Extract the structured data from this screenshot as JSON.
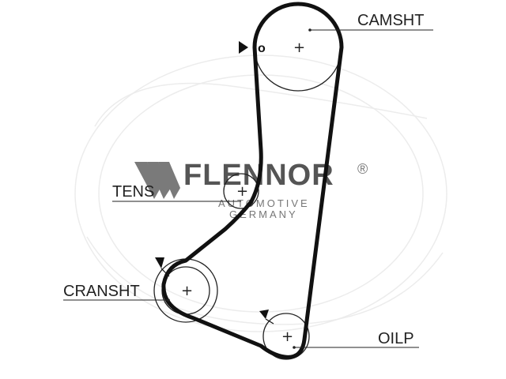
{
  "labels": {
    "camshaft": "CAMSHT",
    "tensioner": "TENS",
    "crankshaft": "CRANSHT",
    "oil_pump": "OILP"
  },
  "brand": {
    "name": "FLENNOR",
    "registered": "®",
    "line1": "AUTOMOTIVE",
    "line2": "GERMANY"
  },
  "marks": {
    "pulley_center": "+",
    "timing_mark": "o"
  },
  "colors": {
    "belt": "#111111",
    "pulley": "#222222",
    "watermark": "#7a7a7a",
    "text": "#222222"
  },
  "icons": [
    "timing-arrow-icon",
    "flennor-logo-icon"
  ]
}
